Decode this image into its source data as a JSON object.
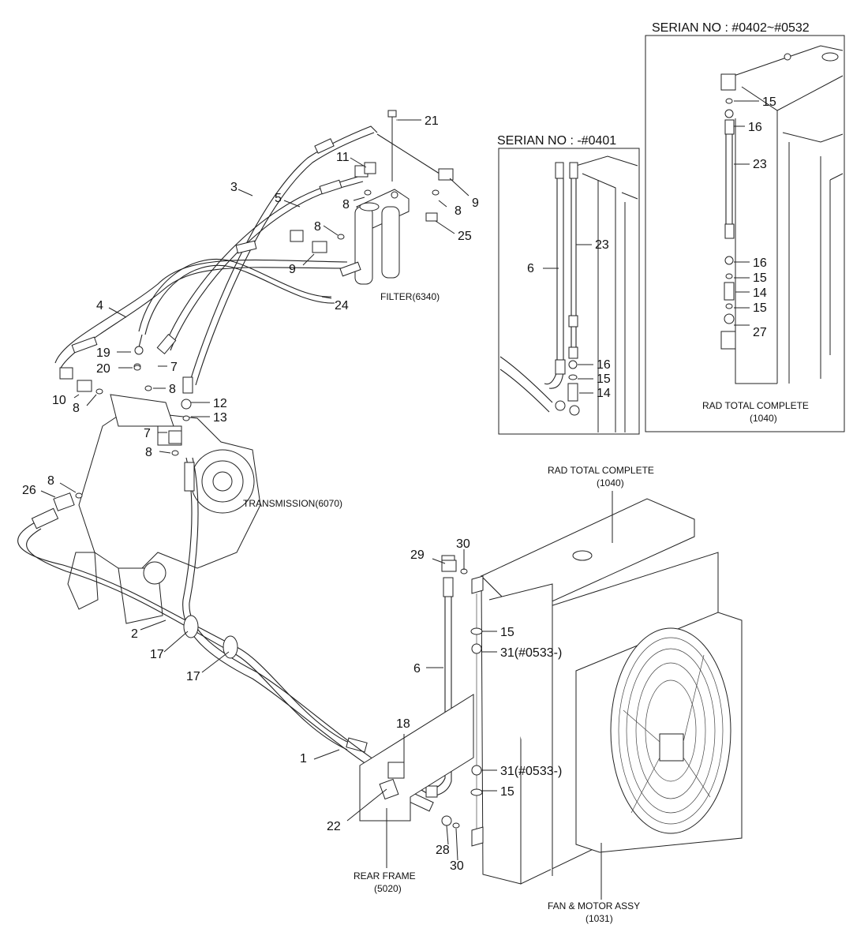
{
  "panels": {
    "early": {
      "serial": "SERIAN NO : -#0401"
    },
    "late": {
      "serial": "SERIAN NO : #0402~#0532",
      "caption_1": "RAD TOTAL COMPLETE",
      "caption_2": "(1040)"
    }
  },
  "captions": {
    "filter": "FILTER(6340)",
    "transmission": "TRANSMISSION(6070)",
    "rad_1": "RAD TOTAL COMPLETE",
    "rad_2": "(1040)",
    "rear_1": "REAR FRAME",
    "rear_2": "(5020)",
    "fan_1": "FAN & MOTOR ASSY",
    "fan_2": "(1031)"
  },
  "callouts": {
    "c21": "21",
    "c11": "11",
    "c3": "3",
    "c5": "5",
    "c9a": "9",
    "c8a": "8",
    "c8b": "8",
    "c8c": "8",
    "c25": "25",
    "c9b": "9",
    "c24": "24",
    "c4": "4",
    "c19": "19",
    "c20": "20",
    "c7a": "7",
    "c8d": "8",
    "c10": "10",
    "c8e": "8",
    "c12": "12",
    "c13": "13",
    "c7b": "7",
    "c8f": "8",
    "c8g": "8",
    "c26": "26",
    "c29": "29",
    "c30a": "30",
    "c15a": "15",
    "c31a": "31(#0533-)",
    "c2": "2",
    "c17a": "17",
    "c17b": "17",
    "c6": "6",
    "c18": "18",
    "c31b": "31(#0533-)",
    "c15b": "15",
    "c1": "1",
    "c22": "22",
    "c28": "28",
    "c30b": "30",
    "p1_6": "6",
    "p1_23": "23",
    "p1_16": "16",
    "p1_15": "15",
    "p1_14": "14",
    "p2_15a": "15",
    "p2_16a": "16",
    "p2_23": "23",
    "p2_16b": "16",
    "p2_15b": "15",
    "p2_14": "14",
    "p2_15c": "15",
    "p2_27": "27"
  }
}
